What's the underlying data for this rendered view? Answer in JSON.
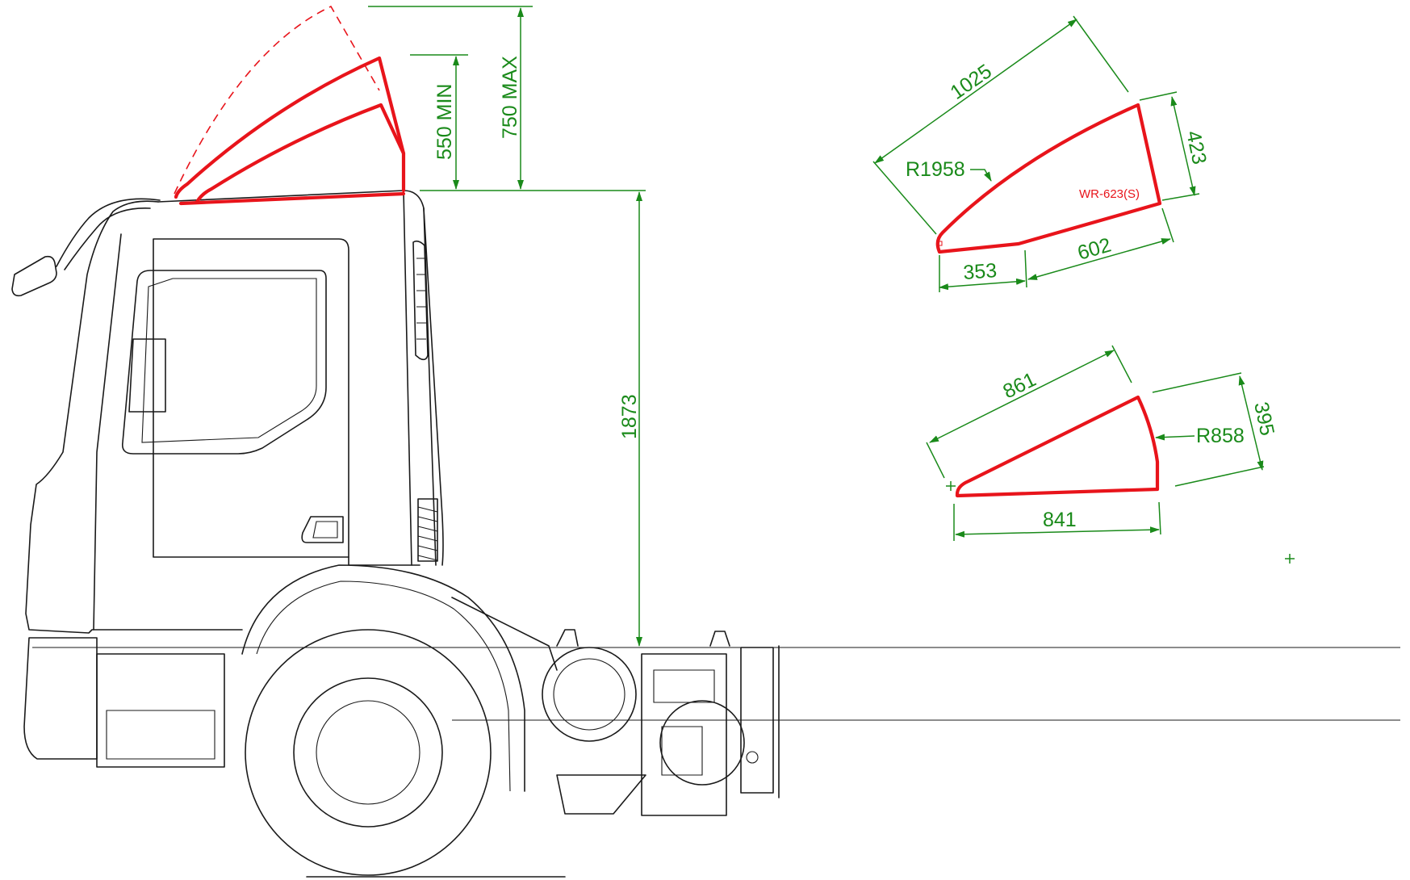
{
  "colors": {
    "outline": "#1a1a1a",
    "spoiler": "#e8141b",
    "dimension": "#1a8a1a",
    "background": "#ffffff"
  },
  "dimensions": {
    "max_height": "750 MAX",
    "min_height": "550 MIN",
    "cab_height": "1873",
    "large_diagonal": "1025",
    "large_radius": "R1958",
    "large_rear_height": "423",
    "large_base_front": "353",
    "large_base_rear": "602",
    "small_diagonal": "861",
    "small_radius": "R858",
    "small_height": "395",
    "small_base": "841"
  },
  "labels": {
    "model_code": "WR-623(S)"
  }
}
